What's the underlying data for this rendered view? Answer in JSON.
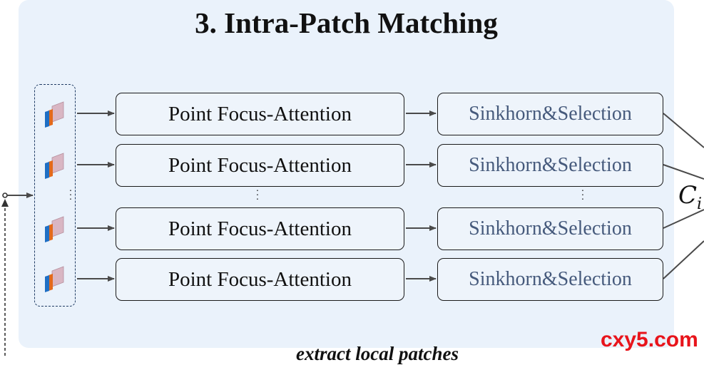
{
  "title": "3. Intra-Patch Matching",
  "rows": [
    {
      "attention_label": "Point Focus-Attention",
      "selection_label": "Sinkhorn&Selection"
    },
    {
      "attention_label": "Point Focus-Attention",
      "selection_label": "Sinkhorn&Selection"
    },
    {
      "attention_label": "Point Focus-Attention",
      "selection_label": "Sinkhorn&Selection"
    },
    {
      "attention_label": "Point Focus-Attention",
      "selection_label": "Sinkhorn&Selection"
    }
  ],
  "output": {
    "symbol": "C",
    "subscript": "i"
  },
  "caption": "extract local patches",
  "watermark": "cxy5.com",
  "colors": {
    "panel_background": "#eaf2fb",
    "patch_blue": "#1f6fc4",
    "patch_orange": "#e36a1c",
    "patch_pink": "#d9b6c3",
    "selection_text": "#465a7c",
    "watermark": "#e8141b"
  },
  "icons": [
    "patch-stack-icon",
    "ellipsis-icon"
  ]
}
